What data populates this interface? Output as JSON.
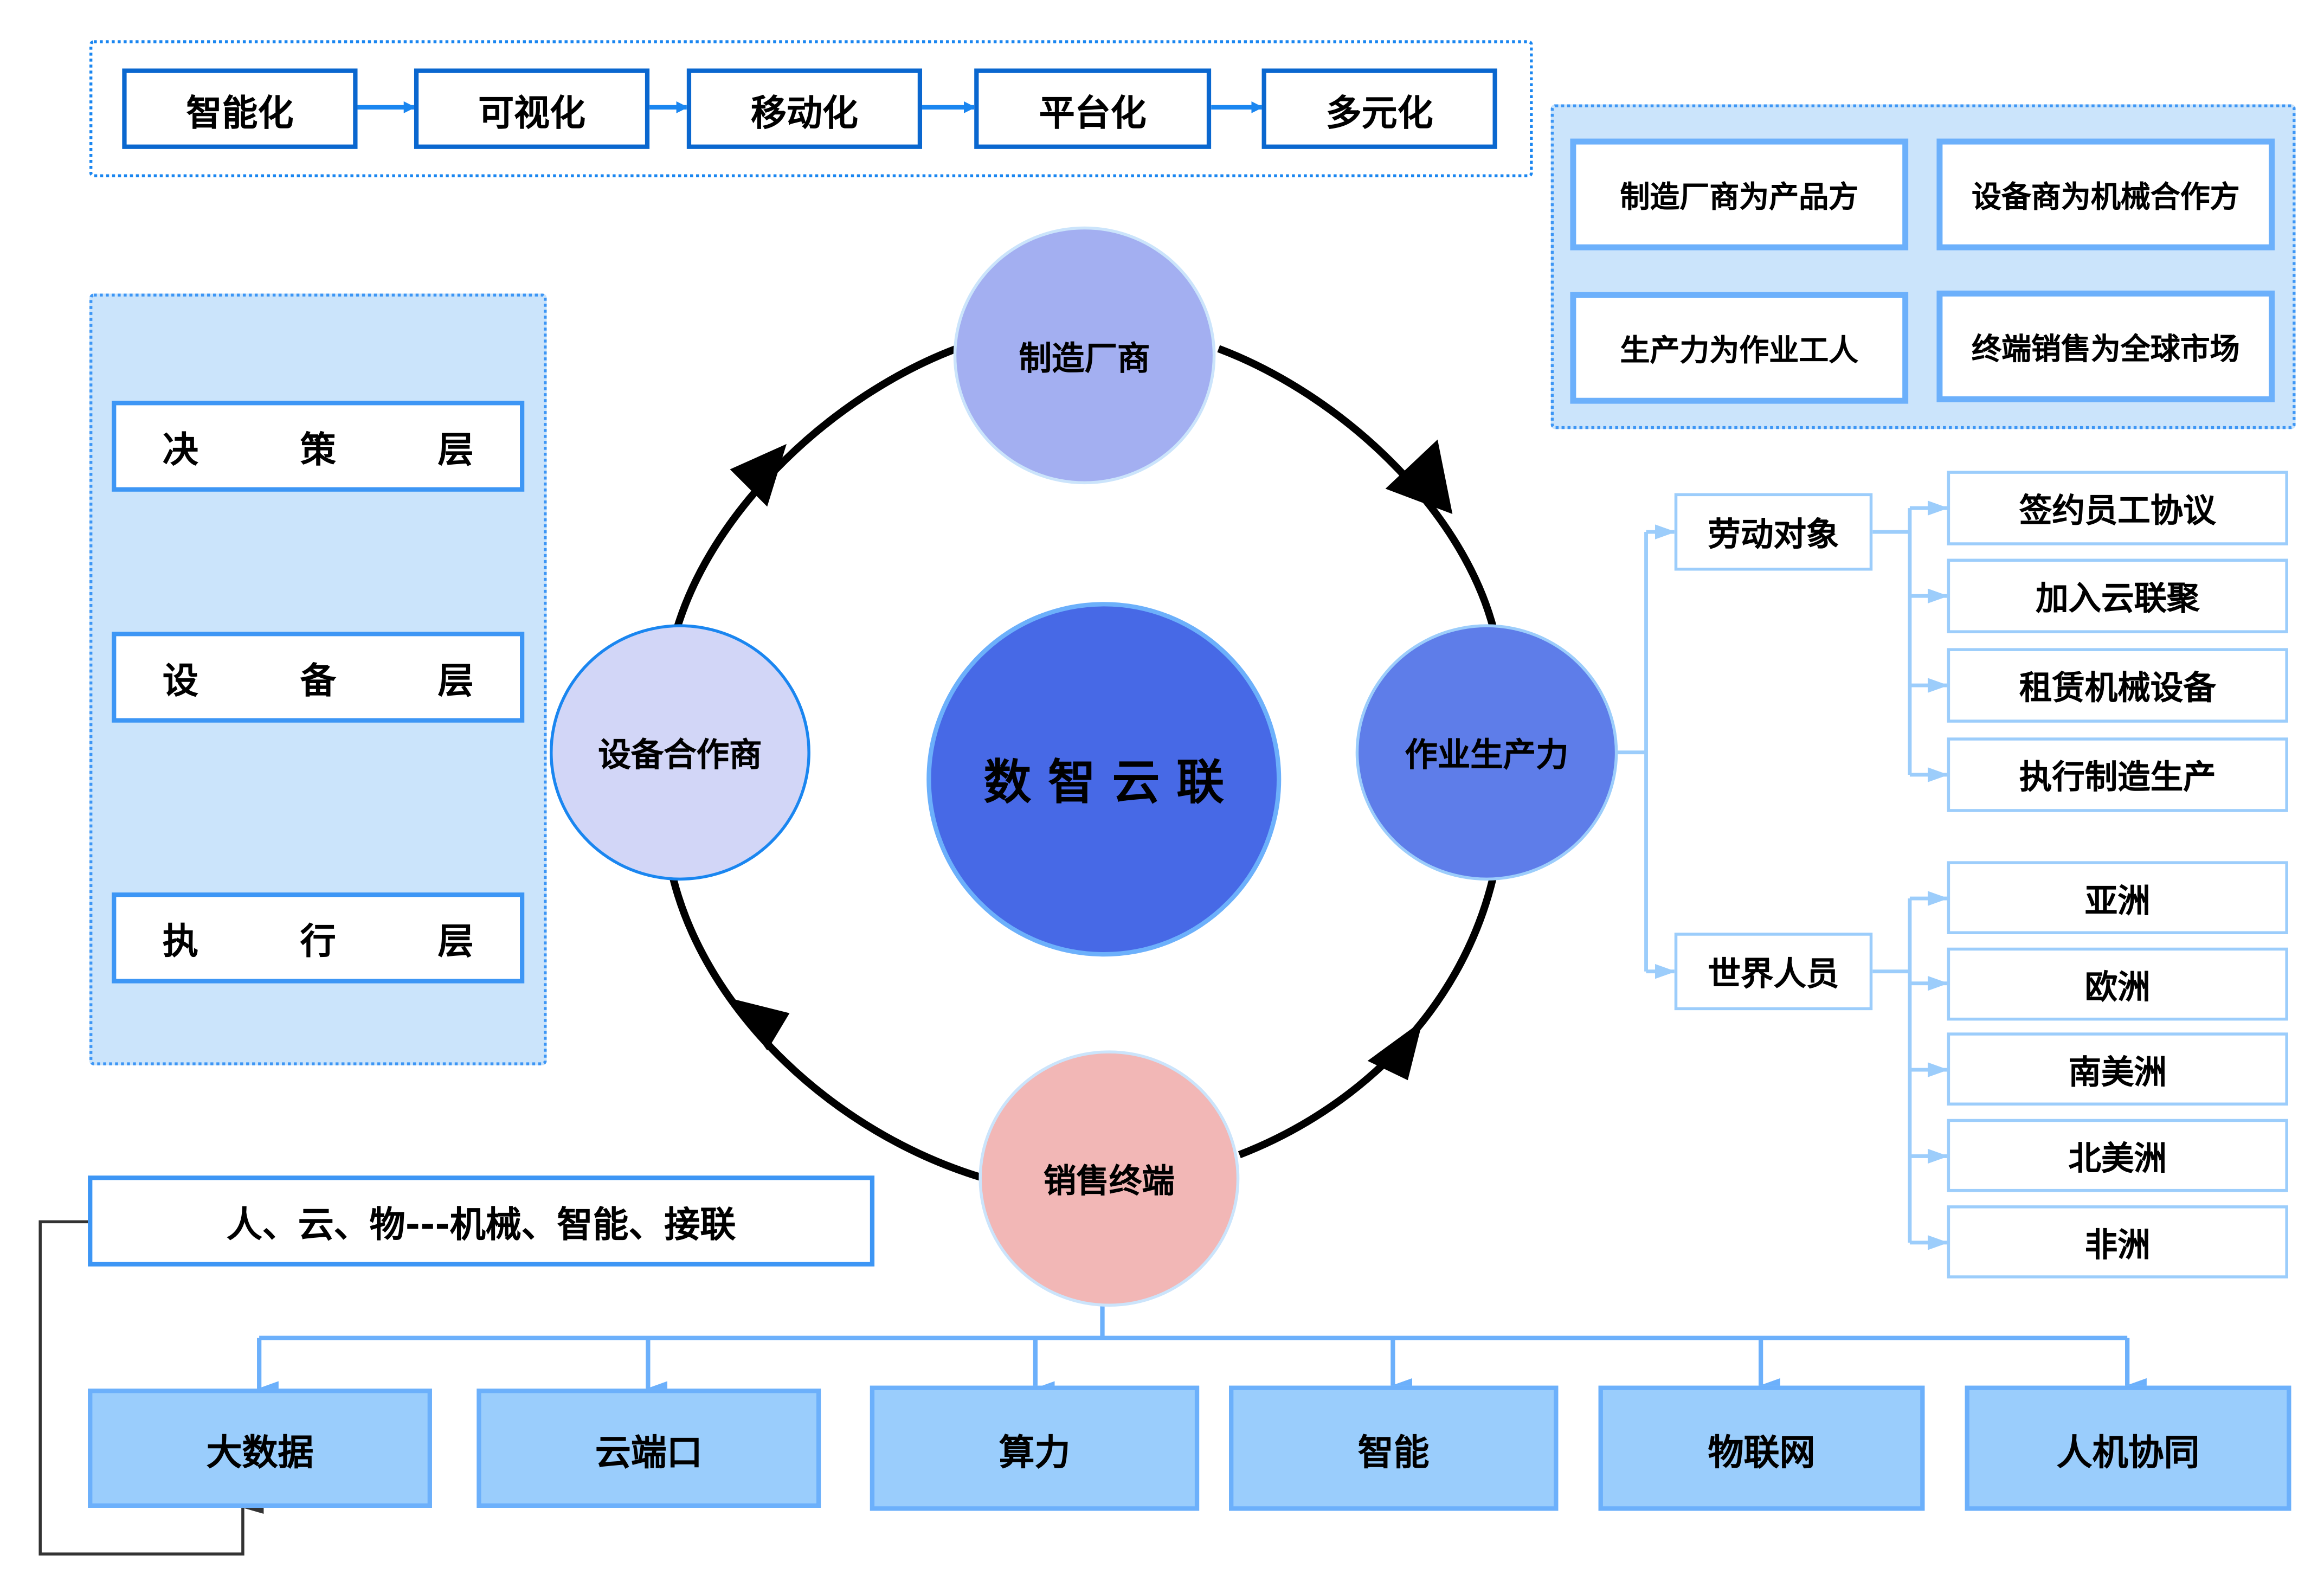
{
  "flow": {
    "steps": [
      "智能化",
      "可视化",
      "移动化",
      "平台化",
      "多元化"
    ]
  },
  "roles": {
    "items": [
      "制造厂商为产品方",
      "设备商为机械合作方",
      "生产力为作业工人",
      "终端销售为全球市场"
    ]
  },
  "layers": {
    "items": [
      "决 策 层",
      "设 备 层",
      "执 行 层"
    ]
  },
  "cycle": {
    "center": "数 智 云 联",
    "top": "制造厂商",
    "right": "作业生产力",
    "bottom": "销售终端",
    "left": "设备合作商",
    "colors": {
      "center": "#4769e6",
      "top": "#a3aff1",
      "right": "#5e7de9",
      "bottom": "#f2b7b6",
      "left": "#d2d6f7"
    }
  },
  "tree": {
    "branches": [
      {
        "label": "劳动对象",
        "children": [
          "签约员工协议",
          "加入云联聚",
          "租赁机械设备",
          "执行制造生产"
        ]
      },
      {
        "label": "世界人员",
        "children": [
          "亚洲",
          "欧洲",
          "南美洲",
          "北美洲",
          "非洲"
        ]
      }
    ]
  },
  "connect_note": "人、云、物---机械、智能、接联",
  "bottom": {
    "items": [
      "大数据",
      "云端口",
      "算力",
      "智能",
      "物联网",
      "人机协同"
    ]
  }
}
